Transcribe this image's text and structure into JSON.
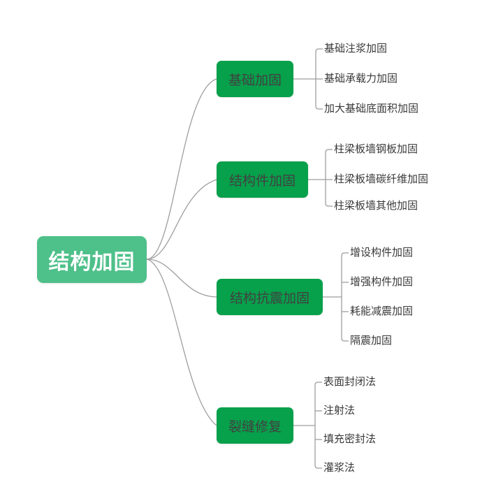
{
  "diagram": {
    "type": "mindmap",
    "title": "结构加固",
    "background_color": "#ffffff",
    "root_color": "#4ec08a",
    "branch_color": "#07a04b",
    "connector_color": "#9e9e9e",
    "root_text_color": "#ffffff",
    "branch_text_color": "#414141",
    "leaf_text_color": "#393939",
    "root": {
      "label": "结构加固"
    },
    "branches": [
      {
        "label": "基础加固",
        "leaves": [
          {
            "label": "基础注浆加固"
          },
          {
            "label": "基础承载力加固"
          },
          {
            "label": "加大基础底面积加固"
          }
        ]
      },
      {
        "label": "结构件加固",
        "leaves": [
          {
            "label": "柱梁板墙钢板加固"
          },
          {
            "label": "柱梁板墙碳纤维加固"
          },
          {
            "label": "柱梁板墙其他加固"
          }
        ]
      },
      {
        "label": "结构抗震加固",
        "leaves": [
          {
            "label": "增设构件加固"
          },
          {
            "label": "增强构件加固"
          },
          {
            "label": "耗能减震加固"
          },
          {
            "label": "隔震加固"
          }
        ]
      },
      {
        "label": "裂缝修复",
        "leaves": [
          {
            "label": "表面封闭法"
          },
          {
            "label": "注射法"
          },
          {
            "label": "填充密封法"
          },
          {
            "label": "灌浆法"
          }
        ]
      }
    ]
  }
}
